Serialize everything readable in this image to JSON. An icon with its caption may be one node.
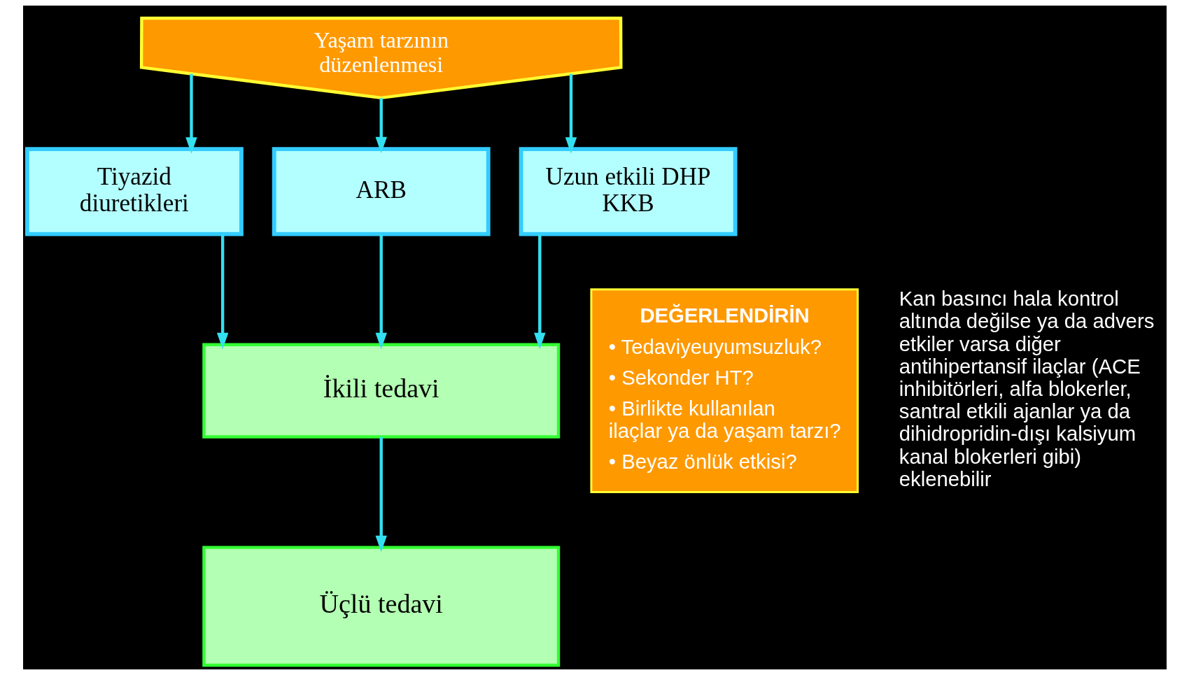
{
  "diagram": {
    "nodes": [
      {
        "text": [
          "Yaşam tarzının düzenlenmesi"
        ]
      },
      {
        "text": [
          "Tiyazid diuretikleri"
        ]
      },
      {
        "text": [
          "ARB"
        ]
      },
      {
        "text": [
          "Uzun etkili DHP KKB"
        ]
      },
      {
        "text": [
          "İkili tedavi"
        ]
      },
      {
        "text": [
          "Üçlü tedavi"
        ]
      },
      {
        "text": [
          "DEĞERLENDİRİN",
          "• Tedaviyeuyumsuzluk?",
          "• Sekonder HT?",
          "• Birlikte kullanılan ilaçlar ya da yaşam tarzı?",
          "• Beyaz önlük etkisi?"
        ]
      }
    ],
    "edges": [
      {
        "from": 0,
        "to": 1,
        "arrow": "to"
      },
      {
        "from": 0,
        "to": 2,
        "arrow": "to"
      },
      {
        "from": 0,
        "to": 3,
        "arrow": "to"
      },
      {
        "from": 1,
        "to": 4,
        "arrow": "to"
      },
      {
        "from": 2,
        "to": 4,
        "arrow": "to"
      },
      {
        "from": 3,
        "to": 4,
        "arrow": "to"
      },
      {
        "from": 4,
        "to": 5,
        "arrow": "to"
      }
    ],
    "labels": [
      "Kan basıncı hala kontrol altında değilse ya da advers etkiler varsa diğer antihipertansif ilaçlar (ACE inhibitörleri, alfa blokerler, santral etkili ajanlar ya da dihidropridin-dışı kalsiyum kanal blokerleri gibi) eklenebilir"
    ]
  }
}
